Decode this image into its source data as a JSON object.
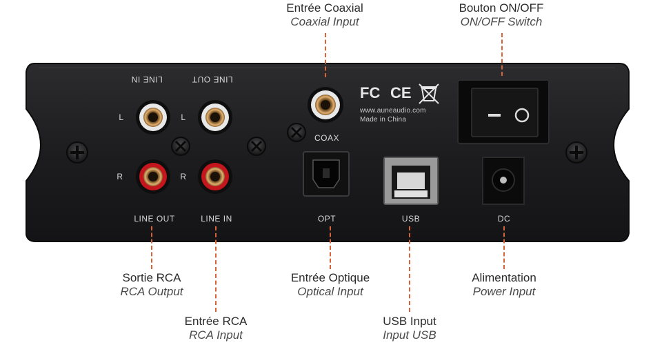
{
  "callouts": {
    "coaxial": {
      "fr": "Entrée Coaxial",
      "en": "Coaxial Input"
    },
    "power_switch": {
      "fr": "Bouton ON/OFF",
      "en": "ON/OFF Switch"
    },
    "rca_output": {
      "fr": "Sortie RCA",
      "en": "RCA Output"
    },
    "rca_input": {
      "fr": "Entrée RCA",
      "en": "RCA Input"
    },
    "optical": {
      "fr": "Entrée Optique",
      "en": "Optical Input"
    },
    "usb": {
      "fr": "USB Input",
      "en": "Input USB"
    },
    "power_input": {
      "fr": "Alimentation",
      "en": "Power Input"
    }
  },
  "panel": {
    "line_in_top": "LINE IN",
    "line_out_top": "LINE OUT",
    "left_mark": "L",
    "right_mark": "R",
    "line_out_bottom": "LINE OUT",
    "line_in_bottom": "LINE  IN",
    "coax": "COAX",
    "opt": "OPT",
    "usb": "USB",
    "dc": "DC",
    "fc_mark": "FC",
    "ce_mark": "CE",
    "website": "www.auneaudio.com",
    "made_in": "Made in China"
  },
  "colors": {
    "leader": "#d8623a",
    "panel": "#1f1f21",
    "rca_white_ring": "#e8e8e8",
    "rca_red_ring": "#c4161c",
    "gold": "#d9a25a"
  }
}
